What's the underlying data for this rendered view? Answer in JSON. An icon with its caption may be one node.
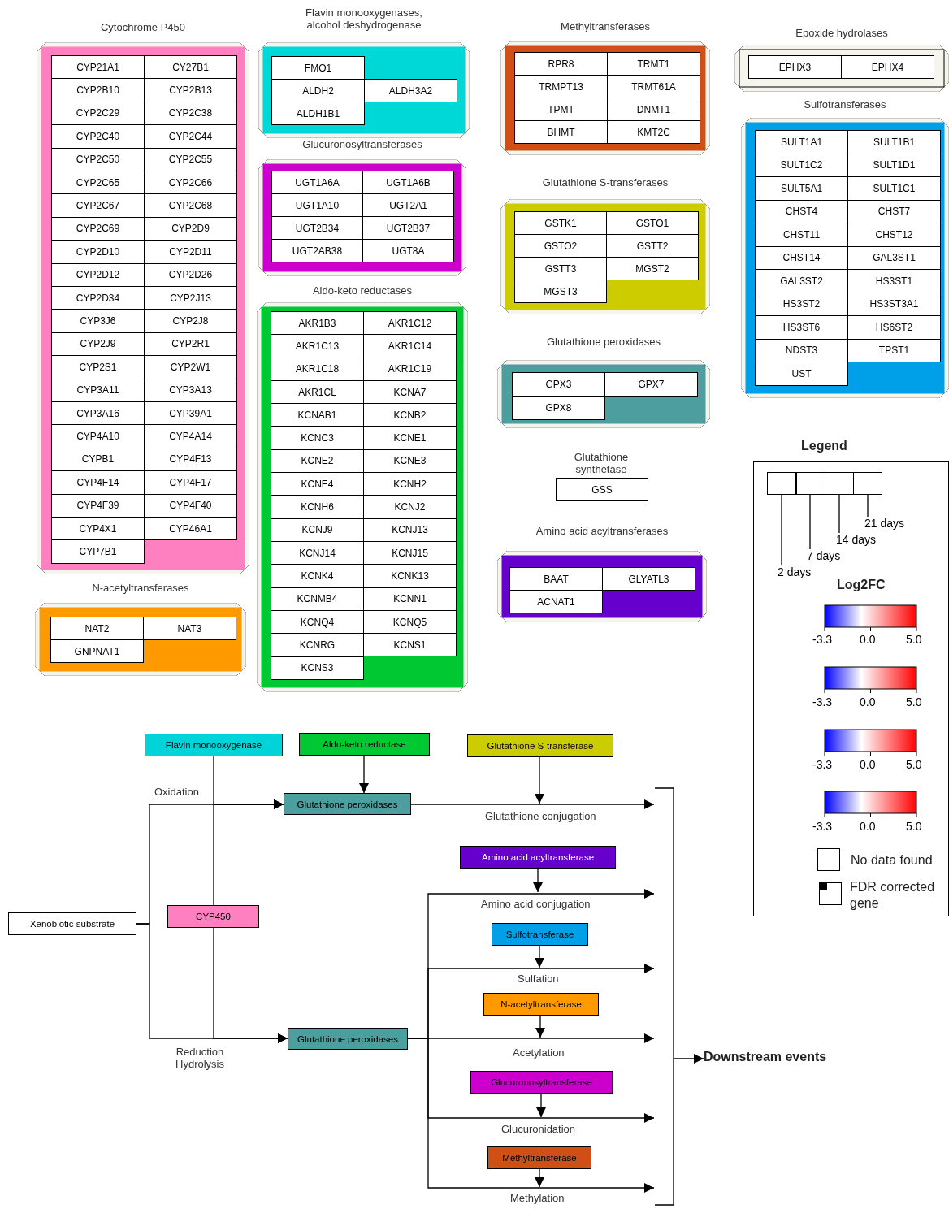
{
  "diagram": {
    "nodes": [
      {
        "text": [
          "Cytochrome P450"
        ]
      },
      {
        "text": [
          "CYP21A1"
        ],
        "in": 0
      },
      {
        "text": [
          "CY27B1"
        ],
        "in": 0
      },
      {
        "text": [
          "CYP2B10"
        ],
        "in": 0
      },
      {
        "text": [
          "CYP2B13"
        ],
        "in": 0
      },
      {
        "text": [
          "CYP2C29"
        ],
        "in": 0
      },
      {
        "text": [
          "CYP2C38"
        ],
        "in": 0
      },
      {
        "text": [
          "CYP2C40"
        ],
        "in": 0
      },
      {
        "text": [
          "CYP2C44"
        ],
        "in": 0
      },
      {
        "text": [
          "CYP2C50"
        ],
        "in": 0
      },
      {
        "text": [
          "CYP2C55"
        ],
        "in": 0
      },
      {
        "text": [
          "CYP2C65"
        ],
        "in": 0
      },
      {
        "text": [
          "CYP2C66"
        ],
        "in": 0
      },
      {
        "text": [
          "CYP2C67"
        ],
        "in": 0
      },
      {
        "text": [
          "CYP2C68"
        ],
        "in": 0
      },
      {
        "text": [
          "CYP2C69"
        ],
        "in": 0
      },
      {
        "text": [
          "CYP2D9"
        ],
        "in": 0
      },
      {
        "text": [
          "CYP2D10"
        ],
        "in": 0
      },
      {
        "text": [
          "CYP2D11"
        ],
        "in": 0
      },
      {
        "text": [
          "CYP2D12"
        ],
        "in": 0
      },
      {
        "text": [
          "CYP2D26"
        ],
        "in": 0
      },
      {
        "text": [
          "CYP2D34"
        ],
        "in": 0
      },
      {
        "text": [
          "CYP2J13"
        ],
        "in": 0
      },
      {
        "text": [
          "CYP3J6"
        ],
        "in": 0
      },
      {
        "text": [
          "CYP2J8"
        ],
        "in": 0
      },
      {
        "text": [
          "CYP2J9"
        ],
        "in": 0
      },
      {
        "text": [
          "CYP2R1"
        ],
        "in": 0
      },
      {
        "text": [
          "CYP2S1"
        ],
        "in": 0
      },
      {
        "text": [
          "CYP2W1"
        ],
        "in": 0
      },
      {
        "text": [
          "CYP3A11"
        ],
        "in": 0
      },
      {
        "text": [
          "CYP3A13"
        ],
        "in": 0
      },
      {
        "text": [
          "CYP3A16"
        ],
        "in": 0
      },
      {
        "text": [
          "CYP39A1"
        ],
        "in": 0
      },
      {
        "text": [
          "CYP4A10"
        ],
        "in": 0
      },
      {
        "text": [
          "CYP4A14"
        ],
        "in": 0
      },
      {
        "text": [
          "CYPB1"
        ],
        "in": 0
      },
      {
        "text": [
          "CYP4F13"
        ],
        "in": 0
      },
      {
        "text": [
          "CYP4F14"
        ],
        "in": 0
      },
      {
        "text": [
          "CYP4F17"
        ],
        "in": 0
      },
      {
        "text": [
          "CYP4F39"
        ],
        "in": 0
      },
      {
        "text": [
          "CYP4F40"
        ],
        "in": 0
      },
      {
        "text": [
          "CYP4X1"
        ],
        "in": 0
      },
      {
        "text": [
          "CYP46A1"
        ],
        "in": 0
      },
      {
        "text": [
          "CYP7B1"
        ],
        "in": 0
      },
      {
        "text": [
          "N-acetyltransferases"
        ]
      },
      {
        "text": [
          "NAT2"
        ],
        "in": 44
      },
      {
        "text": [
          "NAT3"
        ],
        "in": 44
      },
      {
        "text": [
          "GNPNAT1"
        ],
        "in": 44
      },
      {
        "text": [
          "Flavin monooxygenases, alcohol deshydrogenase"
        ]
      },
      {
        "text": [
          "FMO1"
        ],
        "in": 48
      },
      {
        "text": [
          "ALDH2"
        ],
        "in": 48
      },
      {
        "text": [
          "ALDH3A2"
        ],
        "in": 48
      },
      {
        "text": [
          "ALDH1B1"
        ],
        "in": 48
      },
      {
        "text": [
          "Glucuronosyltransferases"
        ]
      },
      {
        "text": [
          "UGT1A6A"
        ],
        "in": 53
      },
      {
        "text": [
          "UGT1A6B"
        ],
        "in": 53
      },
      {
        "text": [
          "UGT1A10"
        ],
        "in": 53
      },
      {
        "text": [
          "UGT2A1"
        ],
        "in": 53
      },
      {
        "text": [
          "UGT2B34"
        ],
        "in": 53
      },
      {
        "text": [
          "UGT2B37"
        ],
        "in": 53
      },
      {
        "text": [
          "UGT2AB38"
        ],
        "in": 53
      },
      {
        "text": [
          "UGT8A"
        ],
        "in": 53
      },
      {
        "text": [
          "Aldo-keto reductases"
        ]
      },
      {
        "text": [
          "AKR1B3"
        ],
        "in": 62
      },
      {
        "text": [
          "AKR1C12"
        ],
        "in": 62
      },
      {
        "text": [
          "AKR1C13"
        ],
        "in": 62
      },
      {
        "text": [
          "AKR1C14"
        ],
        "in": 62
      },
      {
        "text": [
          "AKR1C18"
        ],
        "in": 62
      },
      {
        "text": [
          "AKR1C19"
        ],
        "in": 62
      },
      {
        "text": [
          "AKR1CL"
        ],
        "in": 62
      },
      {
        "text": [
          "KCNA7"
        ],
        "in": 62
      },
      {
        "text": [
          "KCNAB1"
        ],
        "in": 62
      },
      {
        "text": [
          "KCNB2"
        ],
        "in": 62
      },
      {
        "text": [
          "KCNC3"
        ],
        "in": 62
      },
      {
        "text": [
          "KCNE1"
        ],
        "in": 62
      },
      {
        "text": [
          "KCNE2"
        ],
        "in": 62
      },
      {
        "text": [
          "KCNE3"
        ],
        "in": 62
      },
      {
        "text": [
          "KCNE4"
        ],
        "in": 62
      },
      {
        "text": [
          "KCNH2"
        ],
        "in": 62
      },
      {
        "text": [
          "KCNH6"
        ],
        "in": 62
      },
      {
        "text": [
          "KCNJ2"
        ],
        "in": 62
      },
      {
        "text": [
          "KCNJ9"
        ],
        "in": 62
      },
      {
        "text": [
          "KCNJ13"
        ],
        "in": 62
      },
      {
        "text": [
          "KCNJ14"
        ],
        "in": 62
      },
      {
        "text": [
          "KCNJ15"
        ],
        "in": 62
      },
      {
        "text": [
          "KCNK4"
        ],
        "in": 62
      },
      {
        "text": [
          "KCNK13"
        ],
        "in": 62
      },
      {
        "text": [
          "KCNMB4"
        ],
        "in": 62
      },
      {
        "text": [
          "KCNN1"
        ],
        "in": 62
      },
      {
        "text": [
          "KCNQ4"
        ],
        "in": 62
      },
      {
        "text": [
          "KCNQ5"
        ],
        "in": 62
      },
      {
        "text": [
          "KCNRG"
        ],
        "in": 62
      },
      {
        "text": [
          "KCNS1"
        ],
        "in": 62
      },
      {
        "text": [
          "KCNS3"
        ],
        "in": 62
      },
      {
        "text": [
          "Methyltransferases"
        ]
      },
      {
        "text": [
          "RPR8"
        ],
        "in": 94
      },
      {
        "text": [
          "TRMT1"
        ],
        "in": 94
      },
      {
        "text": [
          "TRMPT13"
        ],
        "in": 94
      },
      {
        "text": [
          "TRMT61A"
        ],
        "in": 94
      },
      {
        "text": [
          "TPMT"
        ],
        "in": 94
      },
      {
        "text": [
          "DNMT1"
        ],
        "in": 94
      },
      {
        "text": [
          "BHMT"
        ],
        "in": 94
      },
      {
        "text": [
          "KMT2C"
        ],
        "in": 94
      },
      {
        "text": [
          "Glutathione S-transferases"
        ]
      },
      {
        "text": [
          "GSTK1"
        ],
        "in": 103
      },
      {
        "text": [
          "GSTO1"
        ],
        "in": 103
      },
      {
        "text": [
          "GSTO2"
        ],
        "in": 103
      },
      {
        "text": [
          "GSTT2"
        ],
        "in": 103
      },
      {
        "text": [
          "GSTT3"
        ],
        "in": 103
      },
      {
        "text": [
          "MGST2"
        ],
        "in": 103
      },
      {
        "text": [
          "MGST3"
        ],
        "in": 103
      },
      {
        "text": [
          "Glutathione peroxidases"
        ]
      },
      {
        "text": [
          "GPX3"
        ],
        "in": 111
      },
      {
        "text": [
          "GPX7"
        ],
        "in": 111
      },
      {
        "text": [
          "GPX8"
        ],
        "in": 111
      },
      {
        "text": [
          "Glutathione synthetase"
        ]
      },
      {
        "text": [
          "GSS"
        ],
        "in": 115
      },
      {
        "text": [
          "Amino acid acyltransferases"
        ]
      },
      {
        "text": [
          "BAAT"
        ],
        "in": 117
      },
      {
        "text": [
          "GLYATL3"
        ],
        "in": 117
      },
      {
        "text": [
          "ACNAT1"
        ],
        "in": 117
      },
      {
        "text": [
          "Epoxide hydrolases"
        ]
      },
      {
        "text": [
          "EPHX3"
        ],
        "in": 121
      },
      {
        "text": [
          "EPHX4"
        ],
        "in": 121
      },
      {
        "text": [
          "Sulfotransferases"
        ]
      },
      {
        "text": [
          "SULT1A1"
        ],
        "in": 124
      },
      {
        "text": [
          "SULT1B1"
        ],
        "in": 124
      },
      {
        "text": [
          "SULT1C2"
        ],
        "in": 124
      },
      {
        "text": [
          "SULT1D1"
        ],
        "in": 124
      },
      {
        "text": [
          "SULT5A1"
        ],
        "in": 124
      },
      {
        "text": [
          "SULT1C1"
        ],
        "in": 124
      },
      {
        "text": [
          "CHST4"
        ],
        "in": 124
      },
      {
        "text": [
          "CHST7"
        ],
        "in": 124
      },
      {
        "text": [
          "CHST11"
        ],
        "in": 124
      },
      {
        "text": [
          "CHST12"
        ],
        "in": 124
      },
      {
        "text": [
          "CHST14"
        ],
        "in": 124
      },
      {
        "text": [
          "GAL3ST1"
        ],
        "in": 124
      },
      {
        "text": [
          "GAL3ST2"
        ],
        "in": 124
      },
      {
        "text": [
          "HS3ST1"
        ],
        "in": 124
      },
      {
        "text": [
          "HS3ST2"
        ],
        "in": 124
      },
      {
        "text": [
          "HS3ST3A1"
        ],
        "in": 124
      },
      {
        "text": [
          "HS3ST6"
        ],
        "in": 124
      },
      {
        "text": [
          "HS6ST2"
        ],
        "in": 124
      },
      {
        "text": [
          "NDST3"
        ],
        "in": 124
      },
      {
        "text": [
          "TPST1"
        ],
        "in": 124
      },
      {
        "text": [
          "UST"
        ],
        "in": 124
      },
      {
        "text": [
          "Flavin monooxygenase"
        ]
      },
      {
        "text": [
          "Aldo-keto reductase"
        ]
      },
      {
        "text": [
          "Glutathione S-transferase"
        ]
      },
      {
        "text": [
          "Glutathione peroxidases"
        ]
      },
      {
        "text": [
          "Xenobiotic substrate"
        ]
      },
      {
        "text": [
          "CYP450"
        ]
      },
      {
        "text": [
          "Amino acid acyltransferase"
        ]
      },
      {
        "text": [
          "Sulfotransferase"
        ]
      },
      {
        "text": [
          "N-acetyltransferase"
        ]
      },
      {
        "text": [
          "Glutathione peroxidases"
        ]
      },
      {
        "text": [
          "Glucuronosyltransferase"
        ]
      },
      {
        "text": [
          "Methyltransferase"
        ]
      },
      {
        "text": [
          "Downstream events"
        ]
      },
      {
        "text": [],
        "shape": "box"
      },
      {
        "text": [],
        "shape": "box"
      },
      {
        "text": [],
        "shape": "box"
      },
      {
        "text": [],
        "shape": "box"
      },
      {
        "text": [
          "21 days"
        ]
      },
      {
        "text": [
          "14 days"
        ]
      },
      {
        "text": [
          "7 days"
        ]
      },
      {
        "text": [
          "2 days"
        ]
      },
      {
        "text": [],
        "shape": "bracket"
      }
    ],
    "edges": [
      {
        "from": 150,
        "to": 149,
        "arrow": "to"
      },
      {
        "from": 150,
        "to": 155,
        "arrow": "to"
      },
      {
        "from": 146,
        "to": 149,
        "arrow": "to"
      },
      {
        "from": 151,
        "to": 149,
        "arrow": "to"
      },
      {
        "from": 151,
        "to": 155,
        "arrow": "to"
      },
      {
        "from": 147,
        "to": 149,
        "arrow": "to"
      },
      {
        "from": 149,
        "to": 167,
        "arrow": "to",
        "label": "Glutathione conjugation"
      },
      {
        "from": 148,
        "to": null,
        "arrow": "to"
      },
      {
        "from": 152,
        "to": null,
        "arrow": "to"
      },
      {
        "from": 155,
        "to": 167,
        "arrow": "to",
        "label": "Amino acid conjugation"
      },
      {
        "from": 153,
        "to": null,
        "arrow": "to"
      },
      {
        "from": 155,
        "to": 167,
        "arrow": "to",
        "label": "Sulfation"
      },
      {
        "from": 154,
        "to": null,
        "arrow": "to"
      },
      {
        "from": 155,
        "to": 167,
        "arrow": "to",
        "label": "Acetylation"
      },
      {
        "from": 156,
        "to": null,
        "arrow": "to"
      },
      {
        "from": 155,
        "to": 167,
        "arrow": "to",
        "label": "Glucuronidation"
      },
      {
        "from": 157,
        "to": null,
        "arrow": "to"
      },
      {
        "from": 155,
        "to": 167,
        "arrow": "to",
        "label": "Methylation"
      },
      {
        "from": 167,
        "to": 158,
        "arrow": "to"
      },
      {
        "from": 163,
        "to": 162,
        "arrow": "none"
      },
      {
        "from": 164,
        "to": 161,
        "arrow": "none"
      },
      {
        "from": 165,
        "to": 160,
        "arrow": "none"
      },
      {
        "from": 166,
        "to": 159,
        "arrow": "none"
      }
    ],
    "labels": [
      "Oxidation",
      "Reduction Hydrolysis",
      "Legend",
      "Log2FC",
      "-3.3",
      "0.0",
      "5.0",
      "-3.3",
      "0.0",
      "5.0",
      "-3.3",
      "0.0",
      "5.0",
      "-3.3",
      "0.0",
      "5.0"
    ],
    "legend": [
      {
        "text": "No data found",
        "color": "#ffffff"
      },
      {
        "text": "FDR corrected gene"
      }
    ]
  }
}
